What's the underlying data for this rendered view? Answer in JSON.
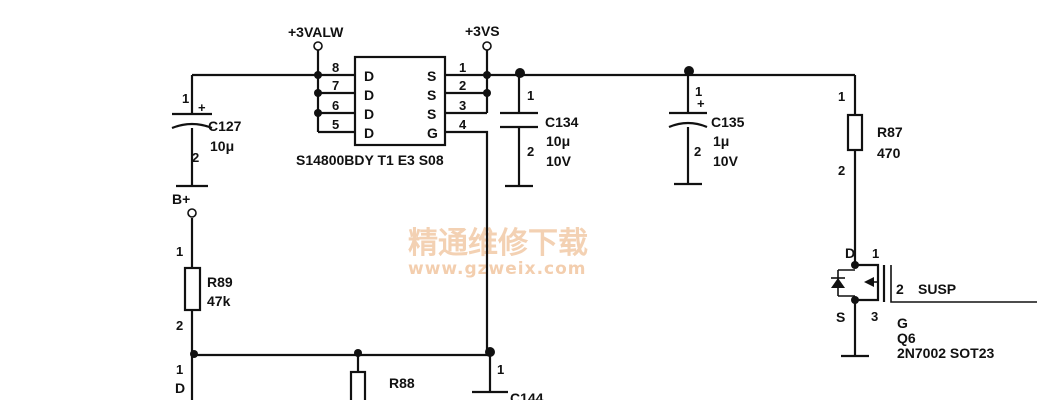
{
  "power": {
    "alw": "+3VALW",
    "vs": "+3VS",
    "bplus": "B+"
  },
  "ic": {
    "part": "S14800BDY T1 E3 S08",
    "left_pins": [
      "8",
      "7",
      "6",
      "5"
    ],
    "left_names": [
      "D",
      "D",
      "D",
      "D"
    ],
    "right_pins": [
      "1",
      "2",
      "3",
      "4"
    ],
    "right_names": [
      "S",
      "S",
      "S",
      "G"
    ]
  },
  "c127": {
    "ref": "C127",
    "value": "10μ",
    "pin1": "1",
    "plus": "+",
    "pin2": "2"
  },
  "c134": {
    "ref": "C134",
    "value": "10μ",
    "voltage": "10V",
    "pin1": "1",
    "pin2": "2"
  },
  "c135": {
    "ref": "C135",
    "value": "1μ",
    "voltage": "10V",
    "pin1": "1",
    "plus": "+",
    "pin2": "2"
  },
  "r87": {
    "ref": "R87",
    "value": "470",
    "pin1": "1",
    "pin2": "2"
  },
  "r89": {
    "ref": "R89",
    "value": "47k",
    "pin1": "1",
    "pin2": "2"
  },
  "r88": {
    "ref": "R88"
  },
  "c144": {
    "ref": "C144",
    "pin1": "1"
  },
  "q6": {
    "d": "D",
    "pin_d": "1",
    "pin_g": "2",
    "net_g": "SUSP",
    "s": "S",
    "pin_s": "3",
    "g": "G",
    "ref": "Q6",
    "part": "2N7002 SOT23"
  },
  "bottom": {
    "pin1": "1",
    "d": "D"
  },
  "watermark": {
    "cn": "精通维修下载",
    "url": "www.gzweix.com"
  }
}
